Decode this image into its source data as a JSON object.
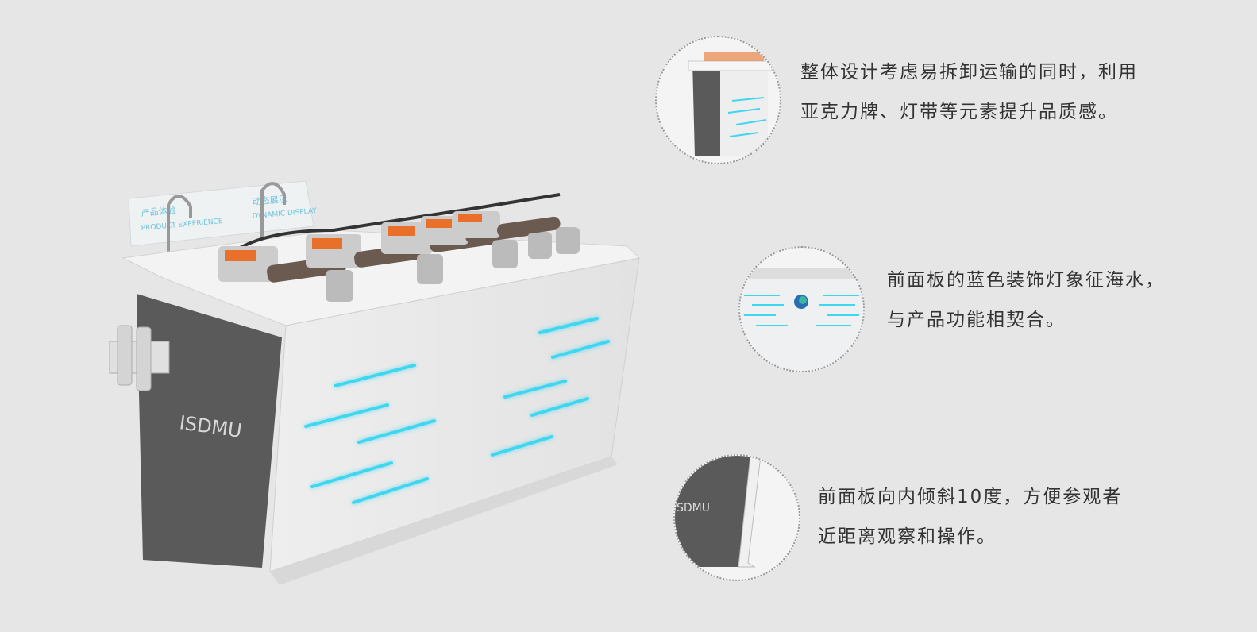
{
  "product": {
    "brand_logo": "ISDMU",
    "sign_left_cn": "产品体验",
    "sign_left_en": "PRODUCT EXPERIENCE",
    "sign_right_cn": "动态展示",
    "sign_right_en": "DYNAMIC DISPLAY"
  },
  "callouts": [
    {
      "line1": "整体设计考虑易拆卸运输的同时，利用",
      "line2": "亚克力牌、灯带等元素提升品质感。"
    },
    {
      "line1": "前面板的蓝色装饰灯象征海水，",
      "line2": "与产品功能相契合。"
    },
    {
      "line1": "前面板向内倾斜10度，方便参观者",
      "line2": "近距离观察和操作。"
    }
  ],
  "colors": {
    "background": "#e6e6e6",
    "light_strip": "#3fd6f0",
    "panel_dark": "#5a5a5a",
    "accent_orange": "#e8702a"
  }
}
